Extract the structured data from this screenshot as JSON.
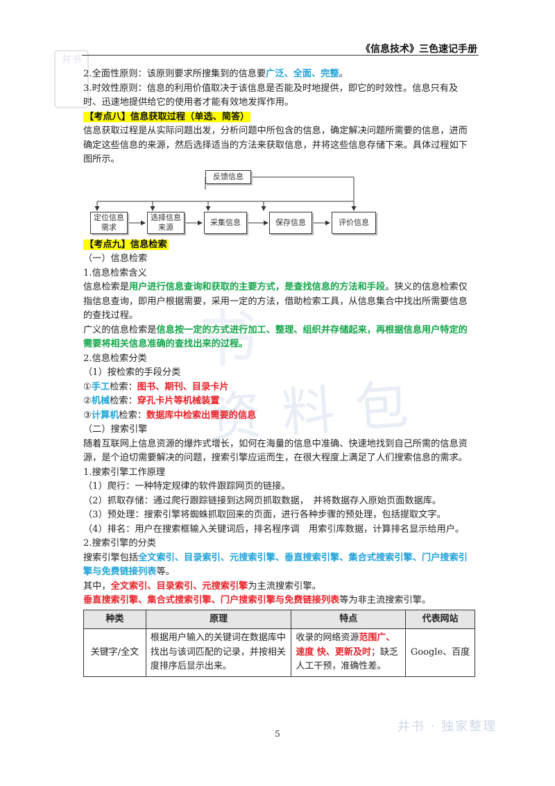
{
  "header": {
    "title": "《信息技术》三色速记手册"
  },
  "watermark": {
    "logo": "井书",
    "big": "资料包",
    "big2": "书",
    "bottom": "井书 · 独家整理"
  },
  "para": {
    "p1_a": "2.全面性原则：该原则要求所搜集到的信息要",
    "p1_b": "广泛、全面、完整",
    "p1_c": "。",
    "p2": "3.时效性原则：信息的利用价值取决于该信息是否能及时地提供，即它的时效性。信息只有及时、迅速地提供给它的使用者才能有效地发挥作用。",
    "kd8": "【考点八】信息获取过程（单选、简答）",
    "p3": "信息获取过程是从实际问题出发，分析问题中所包含的信息，确定解决问题所需要的信息，进而确定这些信息的来源，然后选择适当的方法来获取信息，并将这些信息存储下来。具体过程如下图所示。",
    "kd9": "【考点九】信息检索",
    "s1": "（一）信息检索",
    "s1_1": "1.信息检索含义",
    "p4_a": "信息检索是",
    "p4_b": "用户进行信息查询和获取的主要方式，是查找信息的方法和手段",
    "p4_c": "。狭义的信息检索仅指信息查询，即用户根据需要，采用一定的方法，借助检索工具，从信息集合中找出所需要信息的查找过程。",
    "p5_a": "广义的信息检索是",
    "p5_b": "信息按一定的方式进行加工、整理、组织并存储起来，再根据信息用户特定的需要将相关信息准确的查找出来的过程。",
    "s1_2": "2.信息检索分类",
    "s1_2_1": "（1）按检索的手段分类",
    "c1_a": "①",
    "c1_b": "手工",
    "c1_c": "检索：",
    "c1_d": "图书、期刊、目录卡片",
    "c2_a": "②",
    "c2_b": "机械",
    "c2_c": "检索：",
    "c2_d": "穿孔卡片等机械装置",
    "c3_a": "③",
    "c3_b": "计算机",
    "c3_c": "检索：",
    "c3_d": "数据库中检索出需要的信息",
    "s2": "（二）搜索引擎",
    "p6": "随着互联网上信息资源的爆炸式增长，如何在海量的信息中准确、快速地找到自己所需的信息资源，是个迫切需要解决的问题，搜索引擎应运而生，在很大程度上满足了人们搜索信息的需求。",
    "s2_1": "1.搜索引擎工作原理",
    "w1": "（1）爬行：一种特定规律的软件跟踪网页的链接。",
    "w2": "（2）抓取存储：通过爬行跟踪链接到达网页抓取数据，　并将数据存入原始页面数据库。",
    "w3": "（3）预处理：搜索引擎将蜘蛛抓取回来的页面，进行各种步骤的预处理，包括提取文字。",
    "w4": "（4）排名：用户在搜索框输入关键词后，排名程序调　用索引库数据，计算排名显示给用户。",
    "s2_2": "2.搜索引擎的分类",
    "p7_a": "搜索引擎包括",
    "p7_b": "全文索引、目录索引、元搜索引擎、垂直搜索引擎、集合式搜索引擎、门户搜索引擎与免费链接列表",
    "p7_c": "等。",
    "p8_a": "其中，",
    "p8_b": "全文索引、目录索引、元搜索引擎",
    "p8_c": "为主流搜索引擎。",
    "p9_a": "垂直搜索引擎、集合式搜索引擎、门户搜索引擎与免费链接列表",
    "p9_b": "等为非主流搜索引擎。"
  },
  "flowchart": {
    "feedback": "反馈信息",
    "boxes": [
      "定位信息\n需求",
      "选择信息\n来源",
      "采集信息",
      "保存信息",
      "评价信息"
    ]
  },
  "table": {
    "headers": [
      "种类",
      "原理",
      "特点",
      "代表网站"
    ],
    "row": {
      "type": "关键字/全文",
      "principle": "根据用户输入的关键词在数据库中找出与该词匹配的记录，并按相关度排序后显示出来。",
      "feat_a": "收录的网络资源",
      "feat_b": "范围广、速度 快、更新及时",
      "feat_c": "；缺乏人工干预，准确性差。",
      "sites": "Google、百度"
    }
  },
  "footer": {
    "page": "5"
  }
}
